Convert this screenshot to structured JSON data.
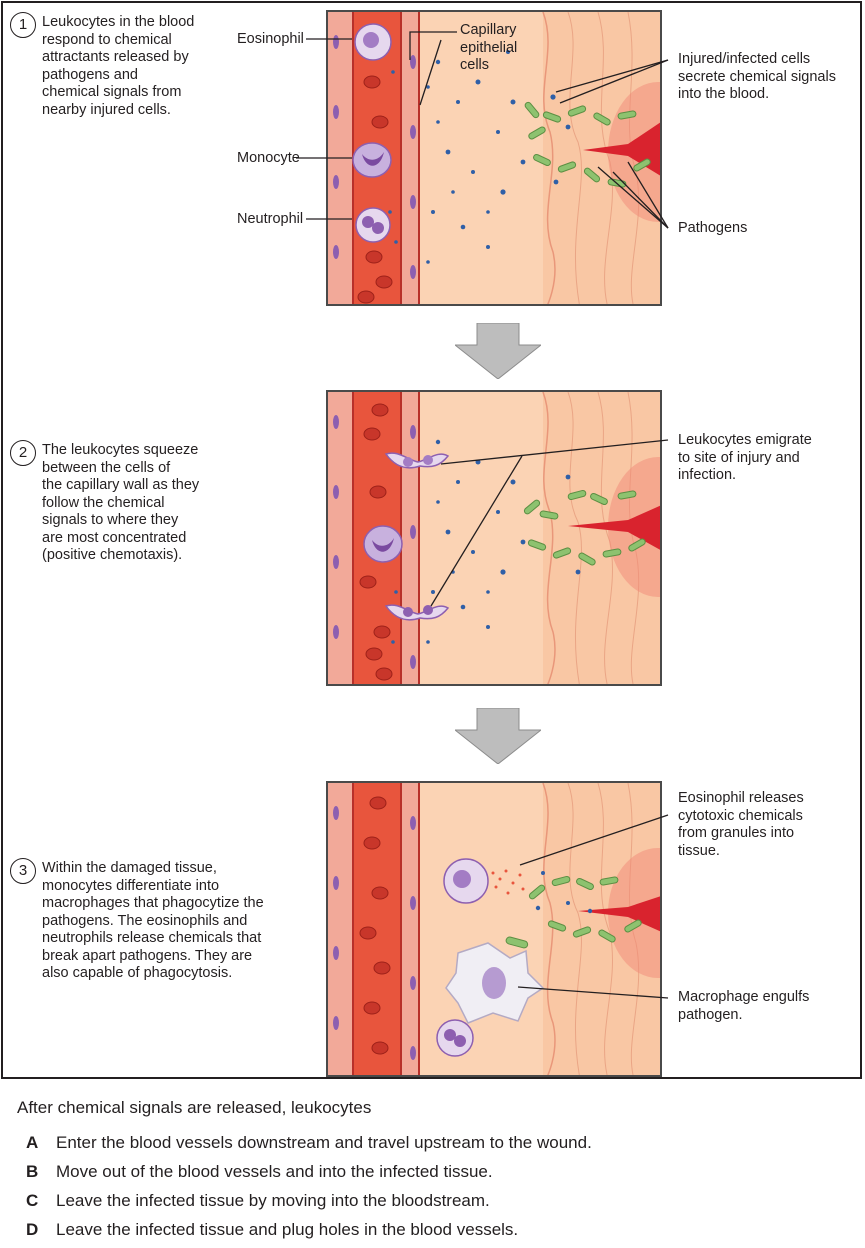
{
  "steps": [
    {
      "number": "1",
      "lines": [
        "Leukocytes in the blood",
        "respond to chemical",
        "attractants released by",
        "pathogens and",
        "chemical signals from",
        "nearby injured cells."
      ]
    },
    {
      "number": "2",
      "lines": [
        "The leukocytes squeeze",
        "between the cells of",
        "the capillary wall as they",
        "follow the chemical",
        "signals to where they",
        "are most concentrated",
        "(positive chemotaxis)."
      ]
    },
    {
      "number": "3",
      "lines": [
        "Within the damaged tissue,",
        "monocytes differentiate into",
        "macrophages that phagocytize the",
        "pathogens. The eosinophils and",
        "neutrophils release chemicals that",
        "break apart pathogens. They are",
        "also capable of phagocytosis."
      ]
    }
  ],
  "labels": {
    "eosinophil": "Eosinophil",
    "monocyte": "Monocyte",
    "neutrophil": "Neutrophil",
    "capillary": [
      "Capillary",
      "epithelial",
      "cells"
    ],
    "injured": [
      "Injured/infected cells",
      "secrete chemical signals",
      "into the blood."
    ],
    "pathogens": "Pathogens",
    "emigrate": [
      "Leukocytes emigrate",
      "to site of injury and",
      "infection."
    ],
    "eos_release": [
      "Eosinophil releases",
      "cytotoxic chemicals",
      "from granules into",
      "tissue."
    ],
    "macrophage": [
      "Macrophage engulfs",
      "pathogen."
    ]
  },
  "question": {
    "stem": "After chemical signals are released, leukocytes",
    "options": [
      {
        "key": "A",
        "text": "Enter the blood vessels downstream and travel upstream to the wound."
      },
      {
        "key": "B",
        "text": "Move out of the blood vessels and into the infected tissue."
      },
      {
        "key": "C",
        "text": "Leave the infected tissue by moving into the bloodstream."
      },
      {
        "key": "D",
        "text": "Leave the infected tissue and plug holes in the blood vessels."
      }
    ]
  },
  "colors": {
    "vessel": "#e8553d",
    "tissue": "#fbd3b4",
    "rbc": "#c8362a",
    "leukocyte": "#b69bd1",
    "pathogen": "#8dc26f",
    "signal": "#2f5fa7",
    "wound": "#d9232e"
  }
}
